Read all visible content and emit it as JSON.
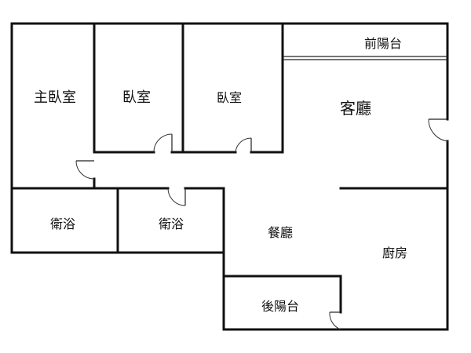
{
  "rooms": {
    "front_balcony": "前陽台",
    "master_bedroom": "主臥室",
    "bedroom_1": "臥室",
    "bedroom_2": "臥室",
    "living_room": "客廳",
    "bathroom_1": "衛浴",
    "bathroom_2": "衛浴",
    "dining_room": "餐廳",
    "kitchen": "廚房",
    "back_balcony": "後陽台"
  }
}
